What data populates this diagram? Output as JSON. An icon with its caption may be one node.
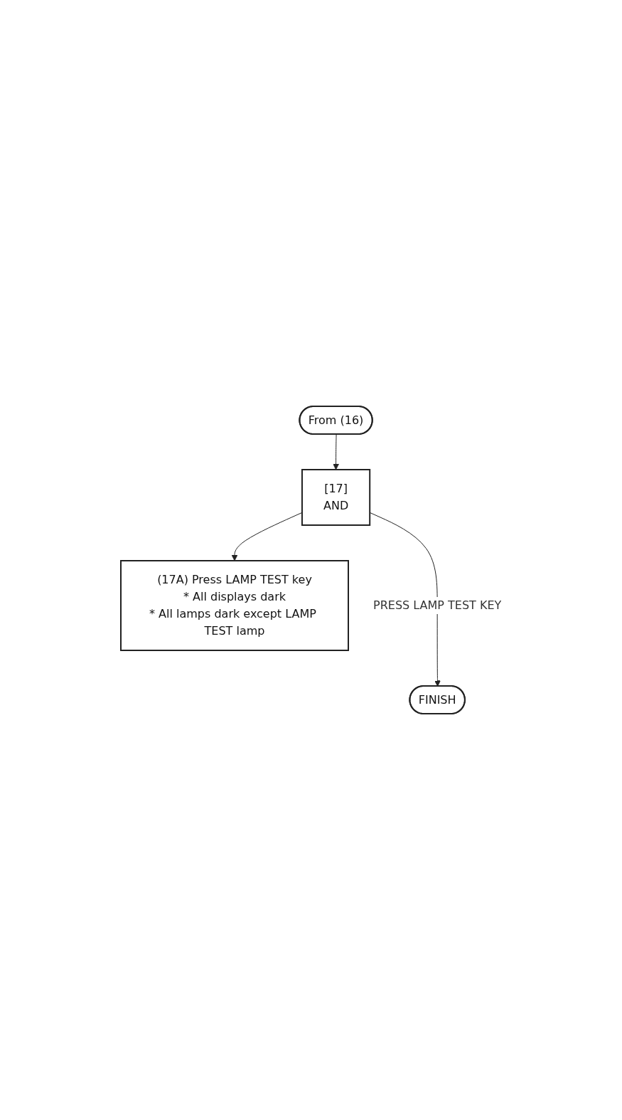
{
  "diagram": {
    "nodes": [
      {
        "text": [
          "From (16)"
        ]
      },
      {
        "text": [
          "[17]",
          "AND"
        ]
      },
      {
        "text": [
          "(17A) Press LAMP TEST key",
          "* All displays dark",
          "* All lamps dark except LAMP TEST lamp"
        ]
      },
      {
        "text": [
          "FINISH"
        ]
      }
    ],
    "edges": [
      {
        "from": 0,
        "to": 1,
        "arrow": "to"
      },
      {
        "from": 1,
        "to": 2,
        "arrow": "to"
      },
      {
        "from": 1,
        "to": 3,
        "arrow": "to",
        "label": "PRESS LAMP TEST KEY"
      }
    ]
  }
}
